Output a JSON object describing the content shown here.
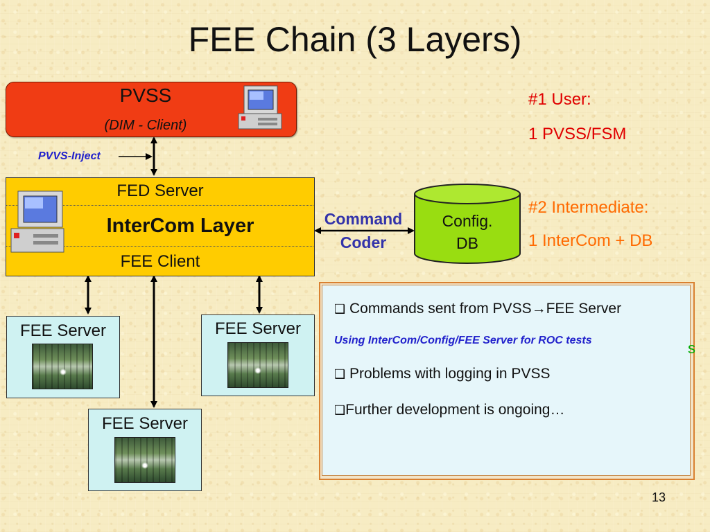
{
  "slide": {
    "title": "FEE Chain (3 Layers)",
    "page_number": "13"
  },
  "pvss": {
    "title": "PVSS",
    "subtitle": "(DIM - Client)",
    "inject_label": "PVVS-Inject"
  },
  "user": {
    "line1": "#1 User:",
    "line2": "1 PVSS/FSM"
  },
  "intercom": {
    "top_label": "FED Server",
    "middle_label": "InterCom Layer",
    "bottom_label": "FEE Client"
  },
  "command_coder": {
    "line1": "Command",
    "line2": "Coder"
  },
  "config_db": {
    "line1": "Config.",
    "line2": "DB"
  },
  "intermediate": {
    "line1": "#2 Intermediate:",
    "line2": "1 InterCom + DB"
  },
  "fee_servers": [
    {
      "label": "FEE Server"
    },
    {
      "label": "FEE Server"
    },
    {
      "label": "FEE Server"
    }
  ],
  "notes": {
    "bullet_icon": "checkbox-bullet-icon",
    "item1_prefix": "Commands sent from PVSS",
    "item1_arrow": "→",
    "item1_suffix": "FEE Server",
    "item2": "Using InterCom/Config/FEE Server  for ROC tests",
    "item3": "Problems with logging in PVSS",
    "item4": "Further development is ongoing…"
  },
  "stray_text": "s",
  "colors": {
    "pvss_box": "#f03c14",
    "intercom_box": "#ffcc00",
    "config_db": "#99dd11",
    "fee_server_box": "#cff2f2",
    "user_text": "#e00000",
    "intermediate_text": "#ff6a00",
    "command_coder_text": "#3333aa",
    "inject_text": "#2222cc"
  },
  "icons": [
    "computer-icon",
    "circuit-board-image",
    "checkbox-bullet-icon",
    "right-arrow-icon"
  ]
}
